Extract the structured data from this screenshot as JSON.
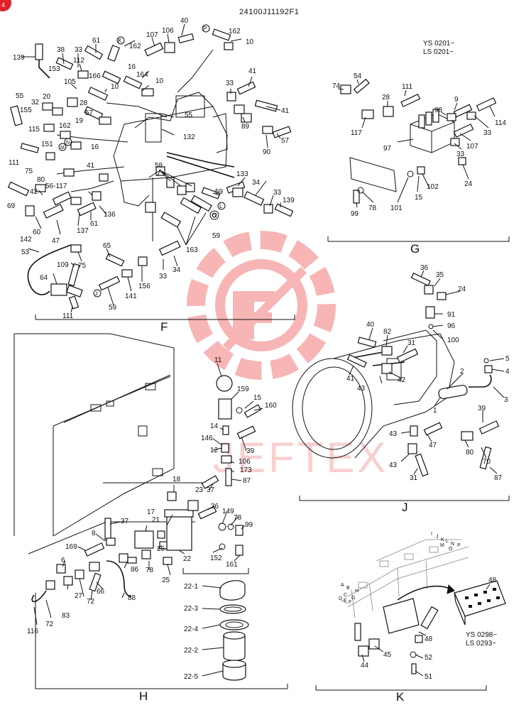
{
  "header": {
    "doc_code": "24100J11192F1"
  },
  "serial_notes": {
    "g_top": [
      "YS 0201~",
      "LS 0201~"
    ],
    "k_bottom": [
      "YS 0298~",
      "LS 0293~"
    ]
  },
  "watermark": {
    "text": "JEFTEX",
    "color": "#f06a6a"
  },
  "sections": {
    "F": {
      "letter": "F"
    },
    "G": {
      "letter": "G"
    },
    "H": {
      "letter": "H"
    },
    "J": {
      "letter": "J"
    },
    "K": {
      "letter": "K"
    }
  },
  "callouts": {
    "F": [
      "139",
      "38",
      "33",
      "61",
      "K",
      "162",
      "107",
      "106",
      "40",
      "P",
      "162",
      "10",
      "112",
      "153",
      "105",
      "166",
      "16",
      "164",
      "10",
      "32",
      "20",
      "55",
      "155",
      "28",
      "57",
      "19",
      "10",
      "55",
      "33",
      "41",
      "115",
      "162",
      "151",
      "16",
      "132",
      "41",
      "89",
      "57",
      "111",
      "75",
      "41",
      "80",
      "90",
      "58",
      "42",
      "56-117",
      "133",
      "34",
      "33",
      "139",
      "59",
      "L",
      "69",
      "136",
      "142",
      "60",
      "47",
      "137",
      "61",
      "59",
      "163",
      "53",
      "109",
      "75",
      "65",
      "64",
      "111",
      "33",
      "34",
      "59",
      "141",
      "156",
      "J",
      "M",
      "N",
      "O"
    ],
    "G": [
      "54",
      "74",
      "111",
      "28",
      "9",
      "98",
      "114",
      "117",
      "33",
      "97",
      "107",
      "33",
      "24",
      "15",
      "102",
      "99",
      "78",
      "101"
    ],
    "J": [
      "36",
      "35",
      "24",
      "91",
      "96",
      "100",
      "40",
      "82",
      "31",
      "5",
      "4",
      "41",
      "42",
      "43",
      "2",
      "3",
      "1",
      "39",
      "43",
      "47",
      "80",
      "70",
      "43",
      "31",
      "87"
    ],
    "H": [
      "11",
      "159",
      "15",
      "160",
      "14",
      "146",
      "12",
      "39",
      "106",
      "173",
      "87",
      "18",
      "23",
      "37",
      "36",
      "149",
      "78",
      "99",
      "37",
      "17",
      "21",
      "8",
      "26",
      "152",
      "161",
      "169",
      "6",
      "86",
      "78",
      "25",
      "22",
      "27",
      "66",
      "88",
      "72",
      "116",
      "72",
      "83",
      "22-1",
      "22-3",
      "22-4",
      "22-2",
      "22-5"
    ],
    "K": [
      "48",
      "A",
      "B",
      "C",
      "D",
      "E",
      "F",
      "G",
      "H",
      "I",
      "J",
      "K",
      "L",
      "M",
      "N",
      "O",
      "P",
      "48",
      "45",
      "52",
      "44",
      "51"
    ]
  }
}
